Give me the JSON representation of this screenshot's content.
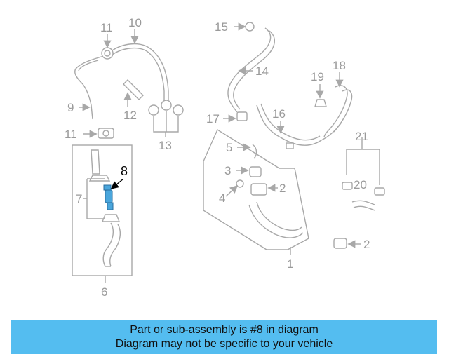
{
  "labels": {
    "n1": "1",
    "n2a": "2",
    "n2b": "2",
    "n3": "3",
    "n4": "4",
    "n5": "5",
    "n6": "6",
    "n7": "7",
    "n8": "8",
    "n9": "9",
    "n10": "10",
    "n11a": "11",
    "n11b": "11",
    "n12": "12",
    "n13": "13",
    "n14": "14",
    "n15": "15",
    "n16": "16",
    "n17": "17",
    "n18": "18",
    "n19": "19",
    "n20": "20",
    "n21": "21"
  },
  "highlight_part": "8",
  "colors": {
    "highlight": "#4aa6dc",
    "banner": "#54bdf0",
    "linework": "#a8a8a8"
  },
  "banner": {
    "line1": "Part or sub-assembly is #8 in diagram",
    "line2": "Diagram may not be specific to your vehicle"
  }
}
